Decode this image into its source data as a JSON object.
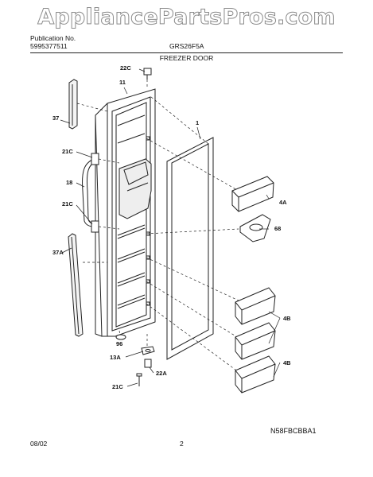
{
  "watermark": "AppliancePartsPros.com",
  "header": {
    "publication_label": "Publication No.",
    "publication_number": "5995377511",
    "model": "GRS26F5A",
    "section_title": "FREEZER DOOR"
  },
  "callouts": {
    "c22C_top": "22C",
    "c11": "11",
    "c37": "37",
    "c1": "1",
    "c21C_upper": "21C",
    "c18": "18",
    "c21C_lower": "21C",
    "c4A": "4A",
    "c68": "68",
    "c37A": "37A",
    "c4B_upper": "4B",
    "c96": "96",
    "c13A": "13A",
    "c22A": "22A",
    "c4B_lower": "4B",
    "c21C_bottom": "21C"
  },
  "footer": {
    "date": "08/02",
    "page": "2",
    "diagram_code": "N58FBCBBA1"
  }
}
